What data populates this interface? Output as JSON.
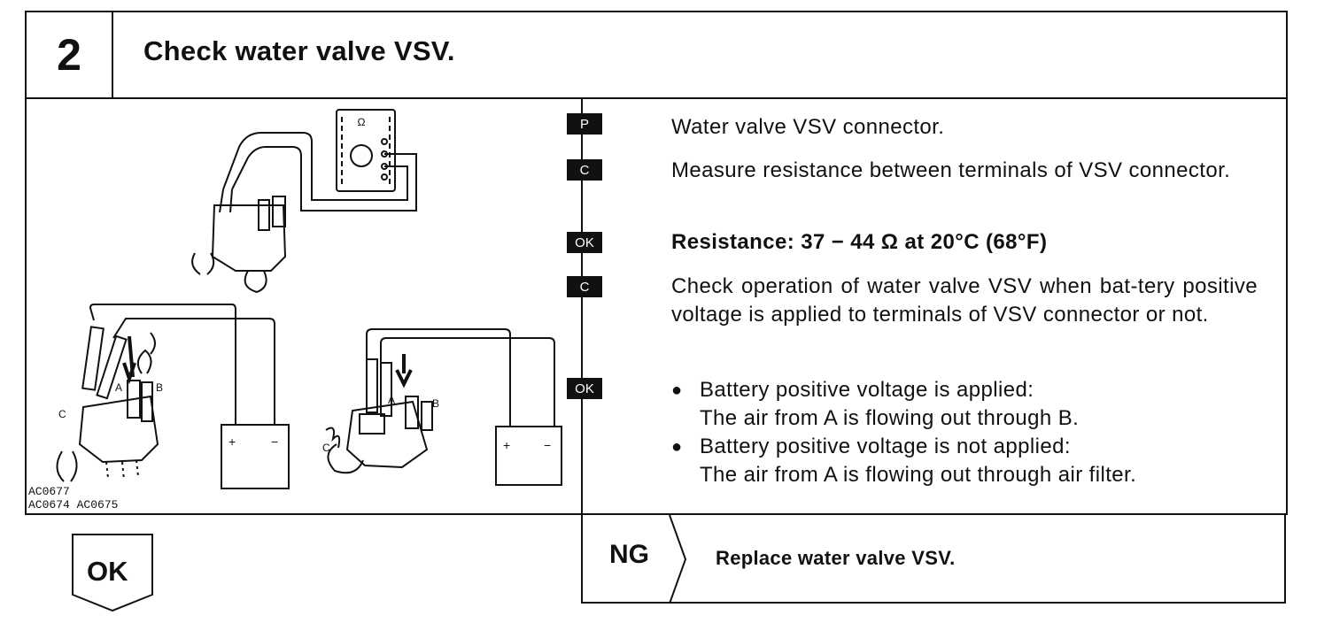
{
  "header": {
    "step": "2",
    "title": "Check water valve VSV."
  },
  "illustration": {
    "codes": [
      "AC0677",
      "AC0674  AC0675"
    ],
    "labels": {
      "a": "A",
      "b": "B",
      "c": "C",
      "plus": "+",
      "minus": "−",
      "meter": "Ω"
    }
  },
  "steps": [
    {
      "badge": "P",
      "text": "Water valve VSV connector."
    },
    {
      "badge": "C",
      "text": "Measure resistance between terminals of VSV connector."
    },
    {
      "badge": "OK",
      "text": "Resistance:   37 − 44  Ω  at 20°C (68°F)"
    },
    {
      "badge": "C",
      "text": "Check operation of water valve VSV when bat-tery positive voltage is applied to terminals of VSV connector or not."
    }
  ],
  "result": {
    "badge": "OK",
    "items": [
      {
        "head": "Battery positive voltage is applied:",
        "body": "The air from A is flowing out through B."
      },
      {
        "head": "Battery positive voltage is not applied:",
        "body": "The air from A is flowing out through air filter."
      }
    ]
  },
  "ng": {
    "label": "NG",
    "text": "Replace water valve VSV."
  },
  "ok": {
    "label": "OK"
  }
}
